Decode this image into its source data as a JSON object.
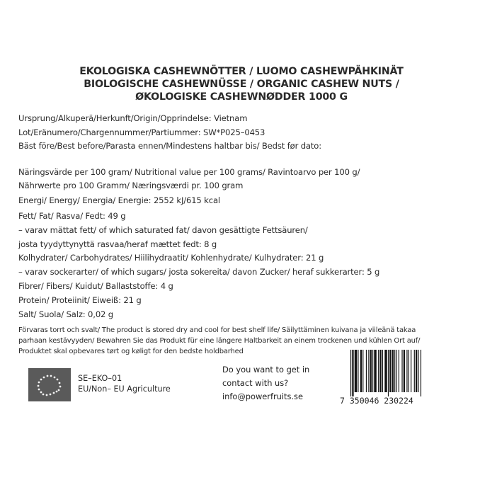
{
  "title": {
    "line1": "EKOLOGISKA CASHEWNÖTTER / LUOMO CASHEWPÄHKINÄT",
    "line2": "BIOLOGISCHE CASHEWNÜSSE / ORGANIC CASHEW NUTS /",
    "line3": "ØKOLOGISKE CASHEWNØDDER 1000 G"
  },
  "origin": "Ursprung/Alkuperä/Herkunft/Origin/Opprindelse:  Vietnam",
  "lot": "Lot/Eränumero/Chargennummer/Partiummer: SW*P025–0453",
  "best_before": "Bäst före/Best before/Parasta ennen/Mindestens haltbar bis/ Bedst før dato:",
  "nutrition": {
    "header1": "Näringsvärde per 100 gram/ Nutritional value per 100 grams/ Ravintoarvo per 100 g/",
    "header2": "Nährwerte pro 100 Gramm/ Næringsværdi pr. 100 gram",
    "energy": "Energi/ Energy/ Energia/ Energie:  2552 kJ/615 kcal",
    "fat": "Fett/ Fat/ Rasva/ Fedt:  49 g",
    "saturated1": "– varav mättat fett/ of which saturated fat/ davon gesättigte Fettsäuren/",
    "saturated2": "josta tyydyttynyttä rasvaa/heraf mættet fedt: 8 g",
    "carbs": "Kolhydrater/ Carbohydrates/ Hiilihydraatit/ Kohlenhydrate/ Kulhydrater: 21 g",
    "sugars": "– varav sockerarter/ of which sugars/ josta sokereita/ davon Zucker/ heraf sukkerarter: 5 g",
    "fibre": "Fibrer/ Fibers/ Kuidut/ Ballaststoffe: 4 g",
    "protein": "Protein/ Proteiinit/ Eiweiß: 21 g",
    "salt": "Salt/ Suola/ Salz: 0,02 g"
  },
  "storage": {
    "line1": "Förvaras torrt och svalt/ The product is stored dry and cool for best shelf life/ Säilyttäminen kuivana ja viileänä takaa",
    "line2": "parhaan kestävyyden/ Bewahren Sie das Produkt für eine längere Haltbarkeit an einem trockenen und kühlen Ort auf/",
    "line3": "Produktet skal opbevares tørt og køligt for den bedste holdbarhed"
  },
  "certification": {
    "code": "SE–EKO–01",
    "origin": "EU/Non– EU Agriculture",
    "logo_icon": "eu-organic-leaf-icon"
  },
  "contact": {
    "line1": "Do you want to get in",
    "line2": "contact with us?",
    "email": "info@powerfruits.se"
  },
  "barcode": {
    "digits": "7  350046  230224",
    "icon": "ean13-barcode-icon"
  },
  "colors": {
    "text": "#2b2b2b",
    "logo_bg": "#5a5a5a",
    "logo_stars": "#f2f2f2"
  }
}
